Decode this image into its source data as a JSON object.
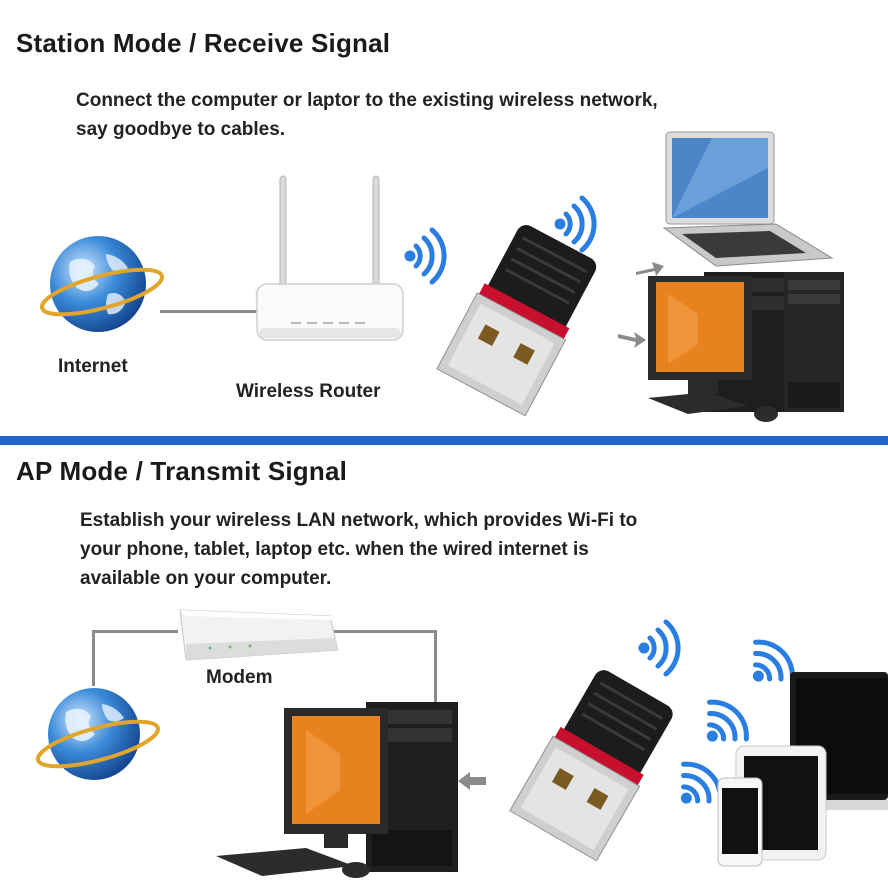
{
  "station": {
    "title": "Station Mode / Receive Signal",
    "desc_line1": "Connect the computer or laptor to the existing wireless network,",
    "desc_line2": "say goodbye to cables.",
    "internet_label": "Internet",
    "router_label": "Wireless Router"
  },
  "ap": {
    "title": "AP Mode / Transmit Signal",
    "desc_line1": "Establish your wireless LAN network, which provides Wi-Fi to",
    "desc_line2": "your phone, tablet, laptop etc. when the wired internet is",
    "desc_line3": "available on your computer.",
    "modem_label": "Modem"
  },
  "colors": {
    "divider": "#1f67c9",
    "wifi_waves": "#2a7de1",
    "adapter_body": "#1c1c1c",
    "adapter_band": "#c8102e",
    "globe": "#2f7fd0",
    "monitor_screen": "#e8821e"
  },
  "icons": [
    "globe-icon",
    "router-icon",
    "usb-wifi-adapter-icon",
    "wifi-signal-icon",
    "laptop-icon",
    "desktop-pc-icon",
    "modem-icon",
    "tablet-icon",
    "phone-icon",
    "arrow-icon"
  ]
}
